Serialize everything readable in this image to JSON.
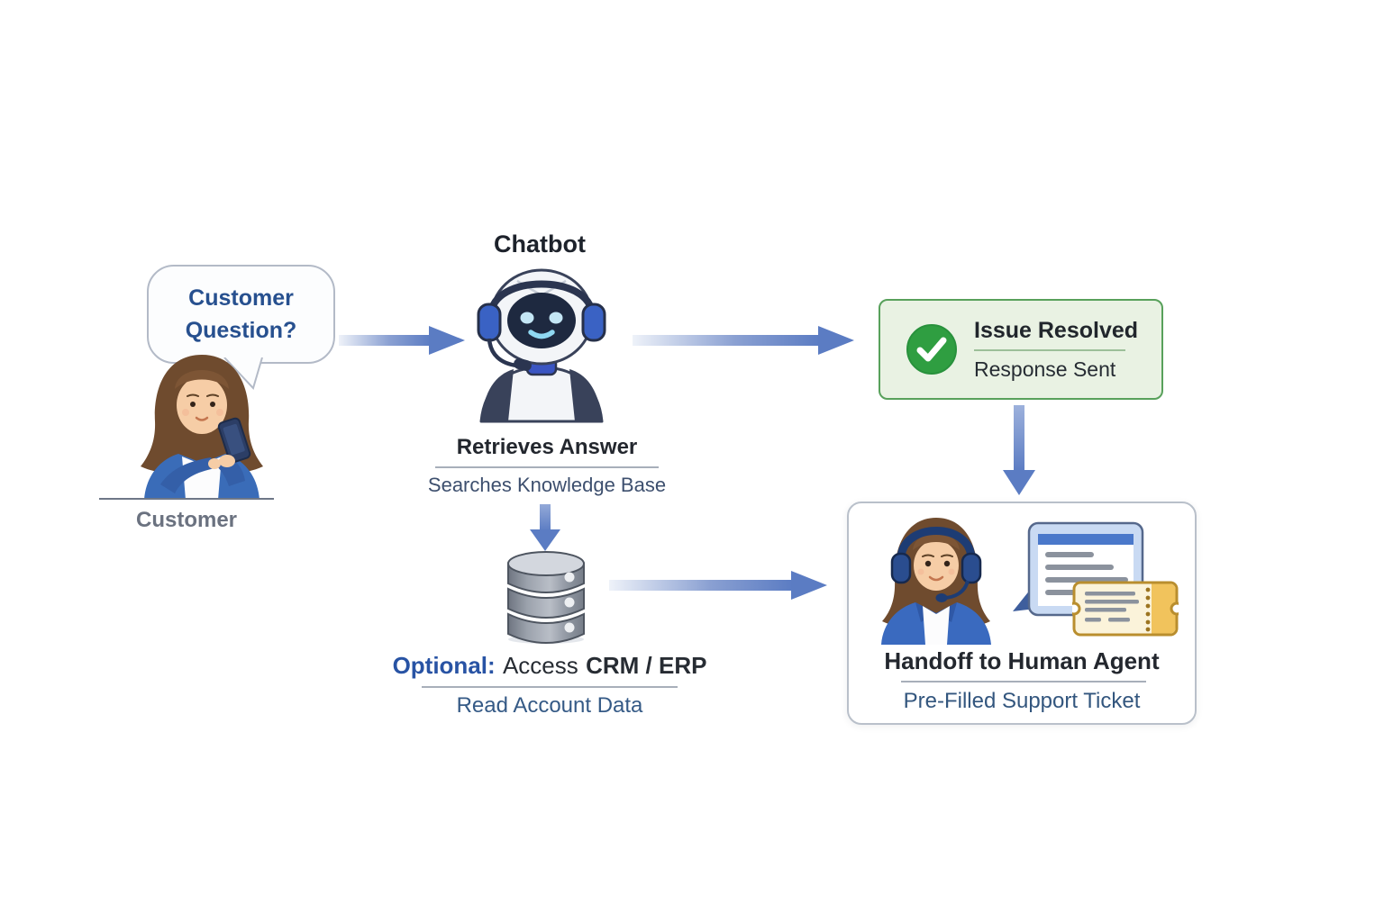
{
  "colors": {
    "arrow_blue": "#5b7cc3",
    "bubble_text_navy": "#27508f",
    "slate_text": "#355a86",
    "dark_text": "#23272e",
    "gray_text": "#6b7280",
    "check_green": "#2f9e41",
    "resolved_box_bg": "#e9f2e3",
    "resolved_box_border": "#58a15b",
    "ticket_yellow": "#f1c35c",
    "database_gray": "#9aa1ac"
  },
  "customer": {
    "bubble_text": "Customer Question?",
    "label": "Customer"
  },
  "chatbot": {
    "title": "Chatbot",
    "heading": "Retrieves Answer",
    "subheading": "Searches Knowledge Base"
  },
  "resolved": {
    "title": "Issue Resolved",
    "subtitle": "Response Sent"
  },
  "crm": {
    "label_prefix": "Optional:",
    "label_mid": "Access",
    "label_suffix": "CRM / ERP",
    "subheading": "Read Account Data"
  },
  "handoff": {
    "title": "Handoff to Human Agent",
    "subtitle": "Pre-Filled Support Ticket"
  }
}
